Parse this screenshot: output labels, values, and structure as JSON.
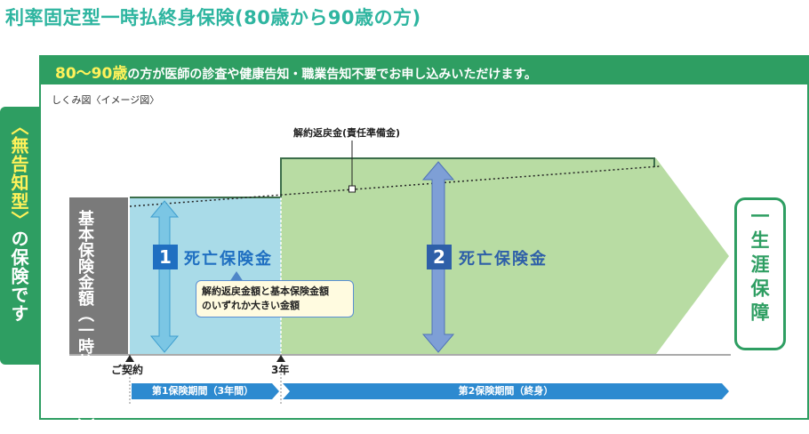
{
  "title": "利率固定型一時払終身保険(80歳から90歳の方)",
  "header": {
    "highlight": "80〜90歳",
    "text": "の方が医師の診査や健康告知・職業告知不要でお申し込みいただけます。"
  },
  "subtitle": "しくみ図〈イメージ図〉",
  "sidebar": {
    "highlight": "〈無告知型〉",
    "text": "の保険です"
  },
  "premium_label": "基本保険金額（一時払保険料）",
  "surrender_label": "解約返戻金(責任準備金)",
  "death_benefit_1": {
    "number": "1",
    "label": "死亡保険金"
  },
  "death_benefit_2": {
    "number": "2",
    "label": "死亡保険金"
  },
  "callout": {
    "line1": "解約返戻金額と基本保険金額",
    "line2": "のいずれか大きい金額"
  },
  "lifelong_label": "一生涯保障",
  "timeline": {
    "start": "ご契約",
    "year3": "3年",
    "period1": "第1保険期間（3年間）",
    "period2": "第2保険期間（終身）"
  },
  "colors": {
    "green": "#2e9e62",
    "light_blue": "#a9dbe8",
    "light_green": "#b8dca3",
    "gray": "#7a7a7a",
    "blue": "#1f6fc1",
    "period_blue": "#2d8ad0",
    "yellow": "#fff25a"
  }
}
